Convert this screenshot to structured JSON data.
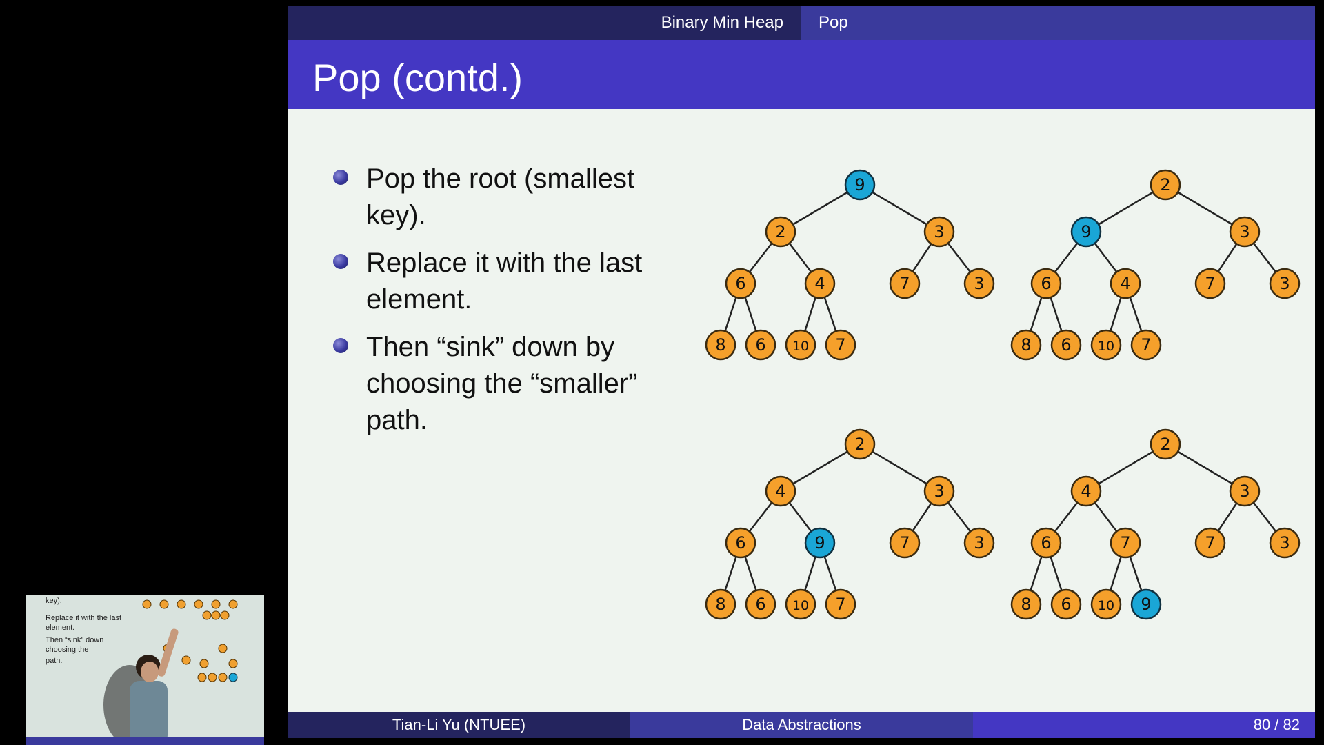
{
  "nav": {
    "section": "Binary Min Heap",
    "subsection": "Pop"
  },
  "slide_title": "Pop (contd.)",
  "bullets": [
    {
      "text": "Pop the root (smallest key)."
    },
    {
      "text": "Replace it with the last element."
    },
    {
      "text": "Then “sink” down by choosing the “smaller” path."
    }
  ],
  "heaps": [
    {
      "values": [
        9,
        2,
        3,
        6,
        4,
        7,
        3,
        8,
        6,
        10,
        7
      ],
      "highlighted_index": 0
    },
    {
      "values": [
        2,
        9,
        3,
        6,
        4,
        7,
        3,
        8,
        6,
        10,
        7
      ],
      "highlighted_index": 1
    },
    {
      "values": [
        2,
        4,
        3,
        6,
        9,
        7,
        3,
        8,
        6,
        10,
        7
      ],
      "highlighted_index": 4
    },
    {
      "values": [
        2,
        4,
        3,
        6,
        7,
        7,
        3,
        8,
        6,
        10,
        9
      ],
      "highlighted_index": 10
    }
  ],
  "colors": {
    "node": "#f5a02b",
    "highlight": "#1aa6d6",
    "slide_bg": "#eff4ef",
    "title_bar": "#4437c3"
  },
  "footer": {
    "author": "Tian-Li Yu (NTUEE)",
    "course": "Data Abstractions",
    "page": "80 / 82"
  },
  "pip": {
    "lines": [
      "key).",
      "Replace it with the last",
      "element.",
      "Then “sink” down",
      "choosing the",
      "path."
    ]
  }
}
